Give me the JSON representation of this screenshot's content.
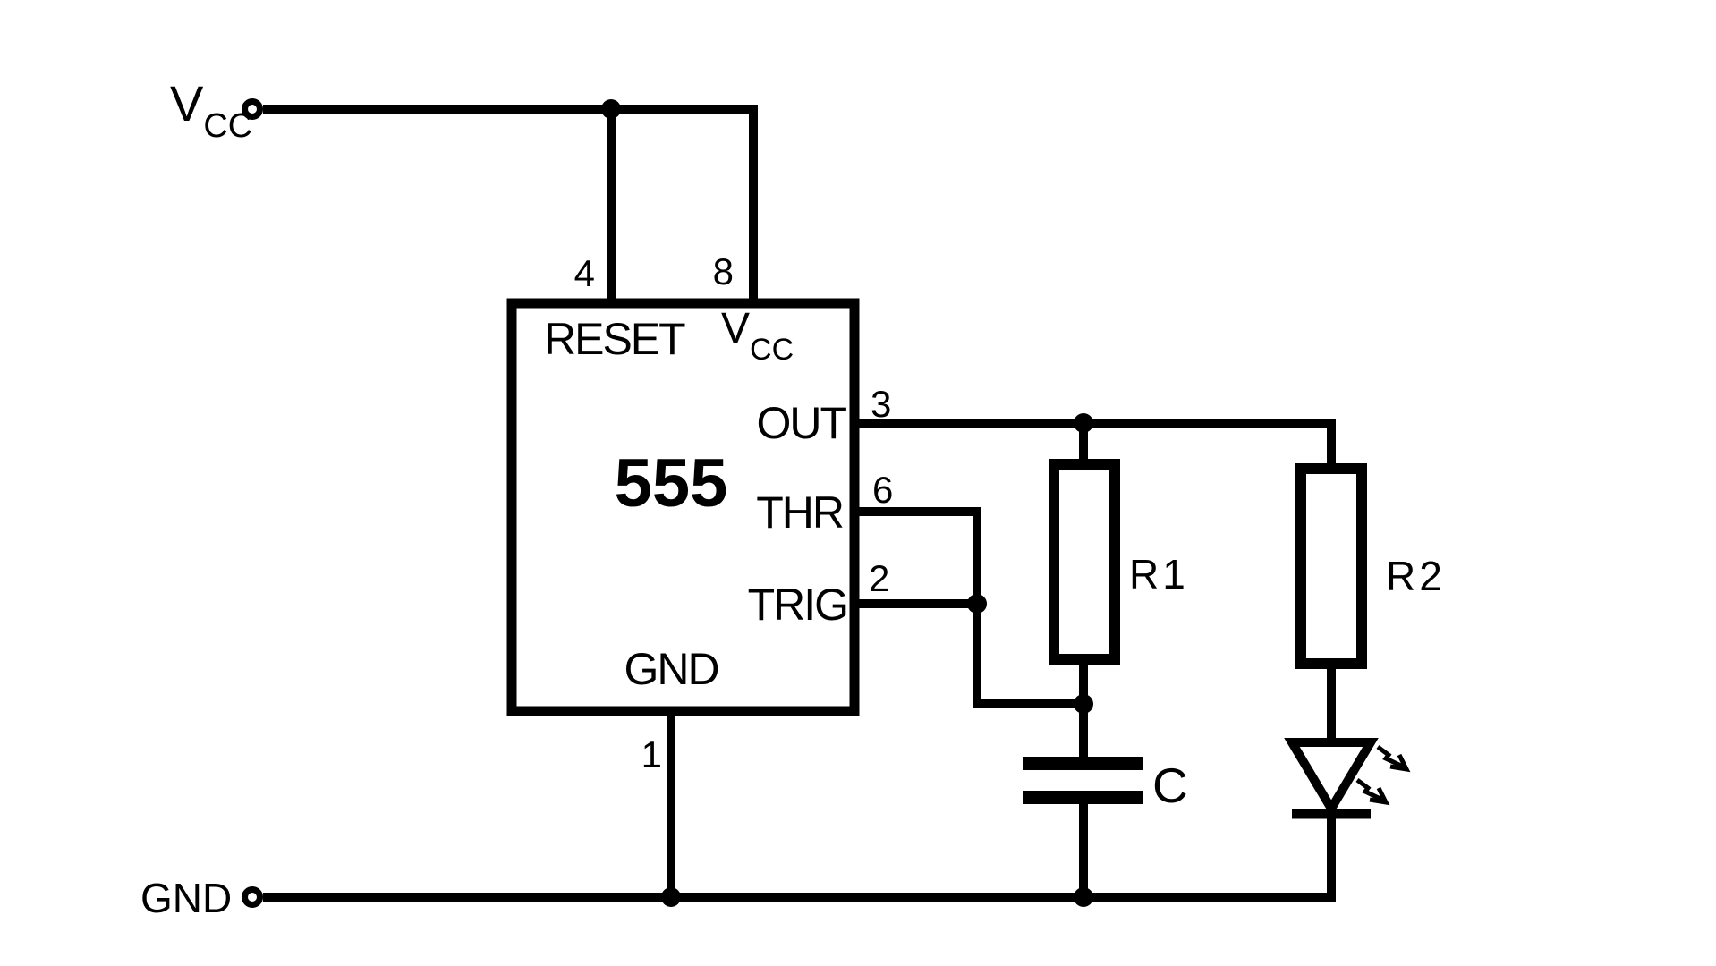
{
  "scene": {
    "background": "#ffffff",
    "ink": "#000000",
    "diagram_type": "circuit-schematic"
  },
  "terminals": {
    "vcc": {
      "label_main": "V",
      "label_sub": "CC"
    },
    "gnd": {
      "label": "GND"
    }
  },
  "ic555": {
    "part_number": "555",
    "pins": {
      "reset": {
        "number": "4",
        "label": "RESET"
      },
      "vcc": {
        "number": "8",
        "label_main": "V",
        "label_sub": "CC"
      },
      "out": {
        "number": "3",
        "label": "OUT"
      },
      "thr": {
        "number": "6",
        "label": "THR"
      },
      "trig": {
        "number": "2",
        "label": "TRIG"
      },
      "gnd": {
        "number": "1",
        "label": "GND"
      }
    }
  },
  "components": {
    "r1": {
      "label": "R1",
      "type": "resistor"
    },
    "r2": {
      "label": "R2",
      "type": "resistor"
    },
    "c": {
      "label": "C",
      "type": "capacitor"
    },
    "led": {
      "type": "led"
    }
  }
}
